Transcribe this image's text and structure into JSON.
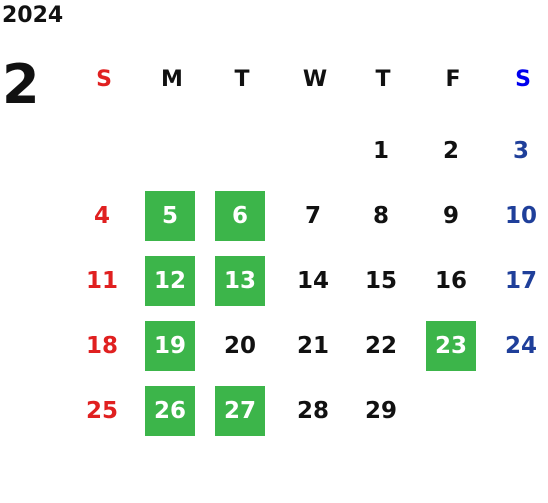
{
  "calendar": {
    "year": "2024",
    "month": "2",
    "weekdays": [
      "S",
      "M",
      "T",
      "W",
      "T",
      "F",
      "S"
    ],
    "weeks": [
      [
        "",
        "",
        "",
        "",
        "1",
        "2",
        "3"
      ],
      [
        "4",
        "5",
        "6",
        "7",
        "8",
        "9",
        "10"
      ],
      [
        "11",
        "12",
        "13",
        "14",
        "15",
        "16",
        "17"
      ],
      [
        "18",
        "19",
        "20",
        "21",
        "22",
        "23",
        "24"
      ],
      [
        "25",
        "26",
        "27",
        "28",
        "29",
        "",
        ""
      ]
    ],
    "highlighted_days": [
      "5",
      "6",
      "12",
      "13",
      "19",
      "23",
      "26",
      "27"
    ],
    "colors": {
      "sunday": "#e02020",
      "saturday_header": "#0000ee",
      "saturday": "#1f3f9a",
      "weekday": "#111111",
      "highlight_bg": "#3cb54a",
      "highlight_text": "#ffffff"
    }
  }
}
